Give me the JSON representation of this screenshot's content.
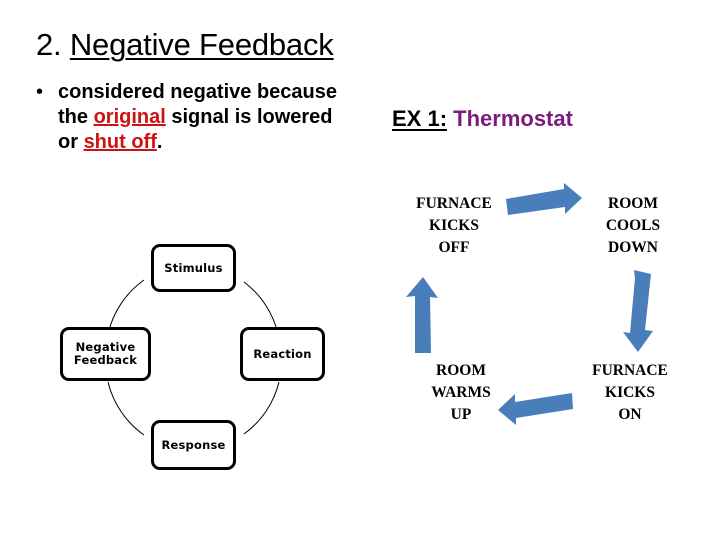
{
  "slide": {
    "title": {
      "number": "2. ",
      "underlined": "Negative Feedback"
    },
    "bullet": {
      "marker": "•",
      "part1": "considered negative because the ",
      "highlight1": "original",
      "part2": " signal is lowered or ",
      "highlight2": "shut off",
      "part3": "."
    },
    "example": {
      "label": "EX 1:",
      "value": " Thermostat"
    },
    "cycle_diagram": {
      "name": "negative-feedback-cycle",
      "nodes": [
        {
          "id": "stimulus",
          "label": "Stimulus"
        },
        {
          "id": "reaction",
          "label": "Reaction"
        },
        {
          "id": "response",
          "label": "Response"
        },
        {
          "id": "negative-feedback",
          "label": "Negative\nFeedback"
        }
      ]
    },
    "thermostat_diagram": {
      "name": "thermostat-cycle",
      "stages": [
        {
          "id": "furnace-kicks-off",
          "label": "FURNACE\nKICKS\nOFF",
          "position": "top-left"
        },
        {
          "id": "room-cools-down",
          "label": "ROOM\nCOOLS\nDOWN",
          "position": "top-right"
        },
        {
          "id": "furnace-kicks-on",
          "label": "FURNACE\nKICKS\nON",
          "position": "bottom-right"
        },
        {
          "id": "room-warms-up",
          "label": "ROOM\nWARMS\nUP",
          "position": "bottom-left"
        }
      ],
      "arrows": [
        {
          "id": "arrow-top",
          "direction": "right"
        },
        {
          "id": "arrow-right",
          "direction": "down"
        },
        {
          "id": "arrow-bottom",
          "direction": "left"
        },
        {
          "id": "arrow-left",
          "direction": "up"
        }
      ]
    },
    "colors": {
      "highlight_red": "#CE1212",
      "accent_purple": "#7B1B7B",
      "arrow_blue": "#4A7EBB",
      "text_black": "#000000",
      "background": "#FFFFFF"
    }
  }
}
